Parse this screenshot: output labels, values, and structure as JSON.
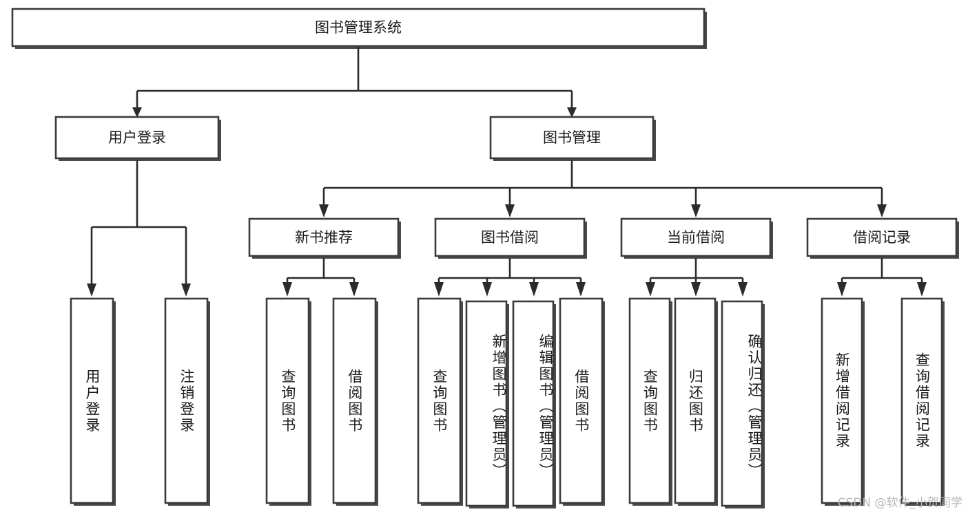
{
  "diagram": {
    "type": "tree-hierarchy",
    "title": "图书管理系统",
    "watermark": "CSDN @软件_小贺同学",
    "colors": {
      "box_fill": "#ffffff",
      "box_stroke": "#3b3b3b",
      "connector": "#2b2b2b",
      "text": "#1b1b1b",
      "watermark": "#b9b9b9",
      "background": "#ffffff"
    },
    "root": {
      "id": "root",
      "label": "图书管理系统"
    },
    "level2": [
      {
        "id": "user-login",
        "label": "用户登录"
      },
      {
        "id": "book-management",
        "label": "图书管理"
      }
    ],
    "level3": [
      {
        "id": "new-book-recommend",
        "label": "新书推荐"
      },
      {
        "id": "book-borrow",
        "label": "图书借阅"
      },
      {
        "id": "current-borrow",
        "label": "当前借阅"
      },
      {
        "id": "borrow-record",
        "label": "借阅记录"
      }
    ],
    "leaves": {
      "user-login": [
        {
          "id": "leaf-user-login",
          "label": "用户登录"
        },
        {
          "id": "leaf-user-logout",
          "label": "注销登录"
        }
      ],
      "new-book-recommend": [
        {
          "id": "leaf-query-book-1",
          "label": "查询图书"
        },
        {
          "id": "leaf-borrow-book-1",
          "label": "借阅图书"
        }
      ],
      "book-borrow": [
        {
          "id": "leaf-query-book-2",
          "label": "查询图书"
        },
        {
          "id": "leaf-add-book",
          "label": "新增图书（管理员）"
        },
        {
          "id": "leaf-edit-book",
          "label": "编辑图书（管理员）"
        },
        {
          "id": "leaf-borrow-book-2",
          "label": "借阅图书"
        }
      ],
      "current-borrow": [
        {
          "id": "leaf-query-book-3",
          "label": "查询图书"
        },
        {
          "id": "leaf-return-book",
          "label": "归还图书"
        },
        {
          "id": "leaf-confirm-return",
          "label": "确认归还（管理员）"
        }
      ],
      "borrow-record": [
        {
          "id": "leaf-add-record",
          "label": "新增借阅记录"
        },
        {
          "id": "leaf-query-record",
          "label": "查询借阅记录"
        }
      ]
    },
    "edges": [
      {
        "from": "root",
        "to": "user-login"
      },
      {
        "from": "root",
        "to": "book-management"
      },
      {
        "from": "user-login",
        "to": "leaf-user-login"
      },
      {
        "from": "user-login",
        "to": "leaf-user-logout"
      },
      {
        "from": "book-management",
        "to": "new-book-recommend"
      },
      {
        "from": "book-management",
        "to": "book-borrow"
      },
      {
        "from": "book-management",
        "to": "current-borrow"
      },
      {
        "from": "book-management",
        "to": "borrow-record"
      },
      {
        "from": "new-book-recommend",
        "to": "leaf-query-book-1"
      },
      {
        "from": "new-book-recommend",
        "to": "leaf-borrow-book-1"
      },
      {
        "from": "book-borrow",
        "to": "leaf-query-book-2"
      },
      {
        "from": "book-borrow",
        "to": "leaf-add-book"
      },
      {
        "from": "book-borrow",
        "to": "leaf-edit-book"
      },
      {
        "from": "book-borrow",
        "to": "leaf-borrow-book-2"
      },
      {
        "from": "current-borrow",
        "to": "leaf-query-book-3"
      },
      {
        "from": "current-borrow",
        "to": "leaf-return-book"
      },
      {
        "from": "current-borrow",
        "to": "leaf-confirm-return"
      },
      {
        "from": "borrow-record",
        "to": "leaf-add-record"
      },
      {
        "from": "borrow-record",
        "to": "leaf-query-record"
      }
    ]
  }
}
